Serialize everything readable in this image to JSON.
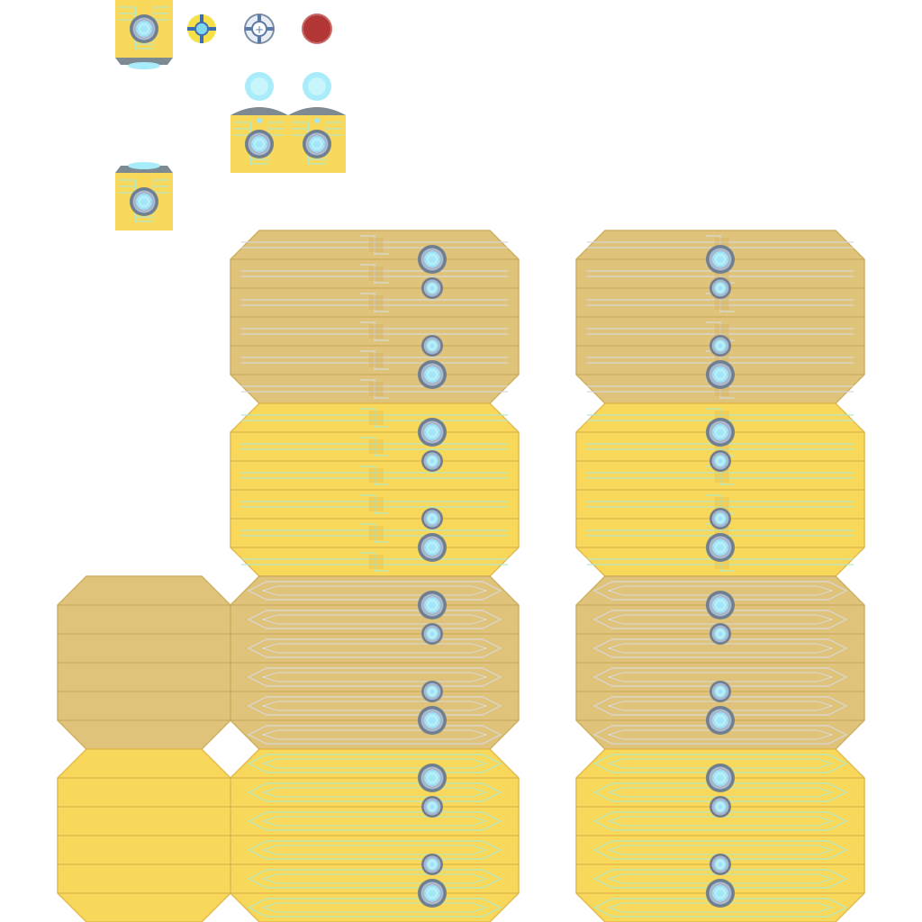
{
  "sprite_sheet": {
    "palette": {
      "gold": "#f8d85a",
      "gold_dark": "#e3b94e",
      "tan": "#dfc37a",
      "tan_dark": "#cfae5e",
      "line_teal": "#b4e8c8",
      "line_light": "#d8d8d8",
      "ring_outer": "#6f7f8f",
      "ring_inner": "#a9b8cf",
      "core_blue": "#9fe6f6",
      "glow_blue": "#a8ecfa",
      "metal": "#7d8a92",
      "red_dot": "#b33636"
    },
    "icons": [
      {
        "name": "cube-tile-icon"
      },
      {
        "name": "yellow-target-icon"
      },
      {
        "name": "blue-target-icon"
      },
      {
        "name": "red-orb-icon"
      },
      {
        "name": "emitter-left-icon"
      },
      {
        "name": "emitter-right-icon"
      },
      {
        "name": "receiver-tile-icon"
      }
    ],
    "panels": [
      {
        "name": "panel-strip-tan-a",
        "variant": "tan",
        "style": "circuit"
      },
      {
        "name": "panel-strip-gold-a",
        "variant": "gold",
        "style": "circuit"
      },
      {
        "name": "panel-strip-tan-b",
        "variant": "tan",
        "style": "chevron"
      },
      {
        "name": "panel-strip-gold-b",
        "variant": "gold",
        "style": "chevron"
      },
      {
        "name": "panel-plain-tan",
        "variant": "tan",
        "style": "plain"
      },
      {
        "name": "panel-plain-gold",
        "variant": "gold",
        "style": "plain"
      }
    ]
  }
}
